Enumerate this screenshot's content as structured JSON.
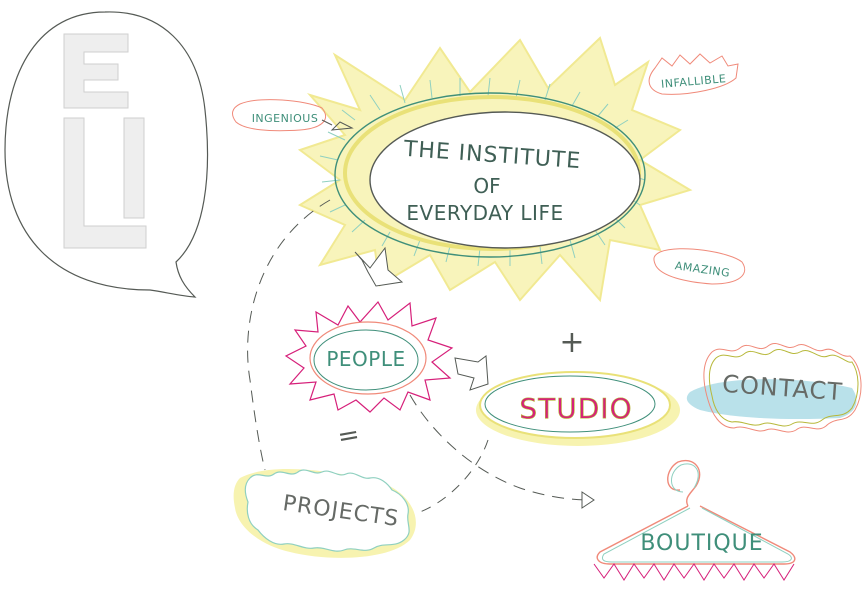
{
  "logo": {
    "letters": [
      "E",
      "L",
      "I"
    ]
  },
  "main": {
    "line1": "THE INSTITUTE",
    "line2": "OF",
    "line3": "EVERYDAY LIFE"
  },
  "tags": {
    "ingenious": "INGENIOUS",
    "infallible": "INFALLIBLE",
    "amazing": "AMAZING"
  },
  "nav": {
    "people": "PEOPLE",
    "studio": "STUDIO",
    "contact": "CONTACT",
    "projects": "PROJECTS",
    "boutique": "BOUTIQUE"
  },
  "symbols": {
    "plus": "+",
    "equals": "="
  },
  "colors": {
    "ink": "#555a55",
    "teal": "#3f8f7a",
    "tealLight": "#8fd0c0",
    "yellow": "#f3ee9a",
    "pink": "#d6207a",
    "salmon": "#f08a7a",
    "sky": "#b9e1ea",
    "olive": "#b7b83a"
  }
}
